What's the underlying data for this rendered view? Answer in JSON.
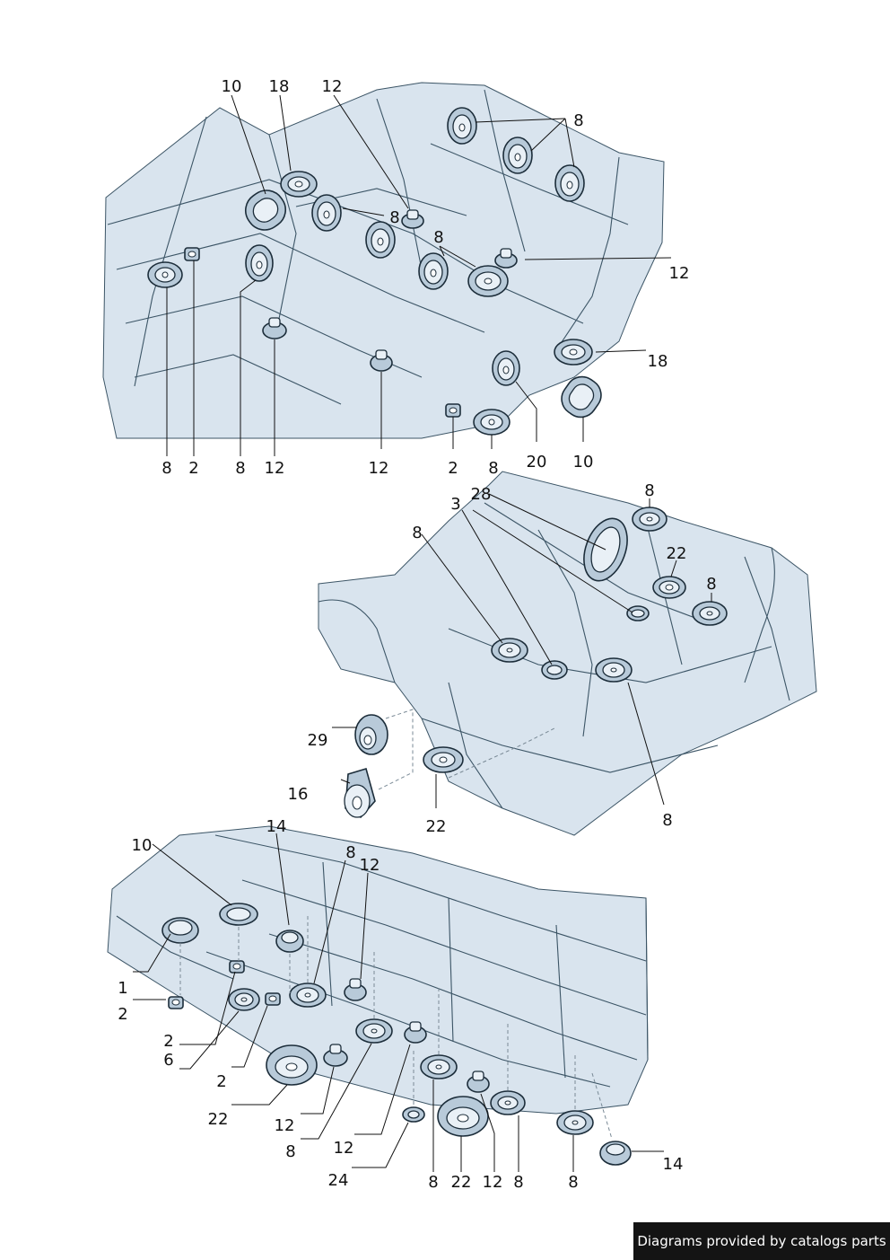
{
  "colors": {
    "body_fill": "#d9e4ee",
    "body_edge": "#3c5566",
    "grommet_outer": "#b8cad9",
    "grommet_inner": "#e9f0f6",
    "label_text": "#111111",
    "credit_bg": "#141414",
    "credit_text": "#ffffff"
  },
  "credit": "Diagrams provided by catalogs parts",
  "views": {
    "top": {
      "labels": [
        "10",
        "18",
        "12",
        "8",
        "8",
        "8",
        "12",
        "18",
        "8",
        "2",
        "8",
        "12",
        "12",
        "2",
        "8",
        "20",
        "10"
      ]
    },
    "middle": {
      "labels": [
        "28",
        "3",
        "8",
        "8",
        "22",
        "8",
        "29",
        "16",
        "22",
        "8"
      ]
    },
    "bottom": {
      "labels": [
        "10",
        "14",
        "8",
        "12",
        "1",
        "2",
        "2",
        "6",
        "2",
        "22",
        "12",
        "8",
        "12",
        "24",
        "8",
        "22",
        "12",
        "8",
        "8",
        "14"
      ]
    }
  }
}
